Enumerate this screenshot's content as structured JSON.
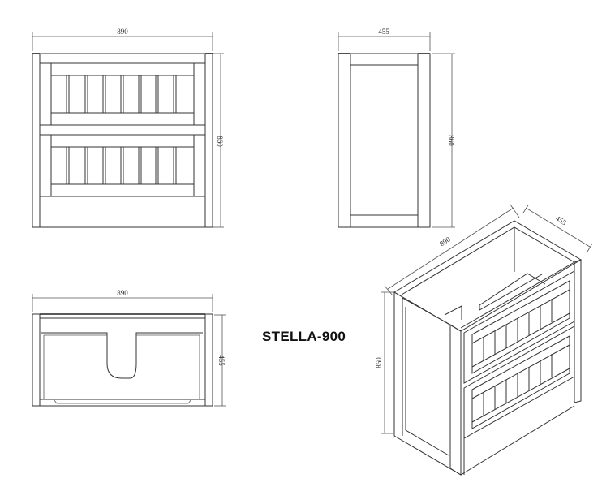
{
  "title": "STELLA-900",
  "views": {
    "front": {
      "width_label": "890",
      "height_label": "860"
    },
    "side": {
      "width_label": "455",
      "height_label": "860"
    },
    "top": {
      "width_label": "890",
      "depth_label": "455"
    },
    "iso": {
      "width_label": "890",
      "depth_label": "455",
      "height_label": "860"
    }
  }
}
